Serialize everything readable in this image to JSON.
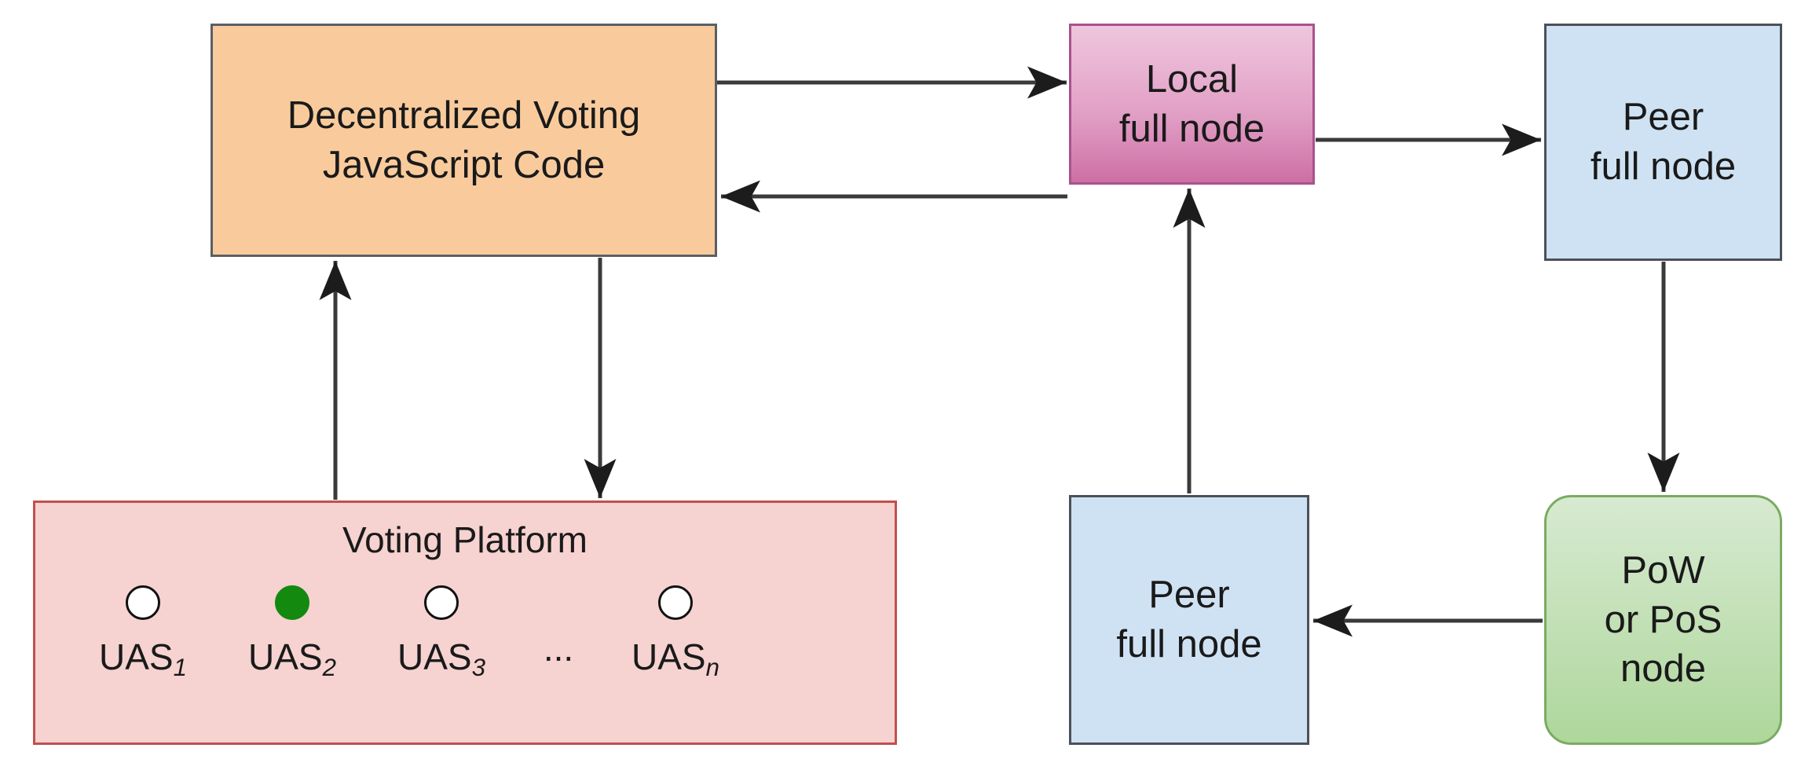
{
  "diagram": {
    "title": "Decentralized voting platform and blockchain node architecture",
    "background_color": "#ffffff",
    "arrow_color": "#333333"
  },
  "nodes": {
    "voting_code": {
      "label": "Decentralized Voting\nJavaScript Code",
      "fill": "#f9cb9c",
      "stroke": "#5a5f66"
    },
    "local_full_node": {
      "label": "Local\nfull node",
      "fill_top": "#edc6dd",
      "fill_bottom": "#cd6fa4",
      "stroke": "#a9528b"
    },
    "peer_full_node_top": {
      "label": "Peer\nfull node",
      "fill": "#cfe2f3",
      "stroke": "#4b5059"
    },
    "peer_full_node_bottom": {
      "label": "Peer\nfull node",
      "fill": "#cfe2f3",
      "stroke": "#4b5059"
    },
    "consensus_node": {
      "label": "PoW\nor PoS\nnode",
      "fill_top": "#d7ead0",
      "fill_bottom": "#aed79b",
      "stroke": "#7aab63"
    },
    "voting_platform": {
      "title": "Voting Platform",
      "fill": "#f6d2d1",
      "stroke": "#c0504d",
      "ellipsis": "...",
      "dot_empty_fill": "#ffffff",
      "dot_filled_fill": "#13890f",
      "users": [
        {
          "base": "UAS",
          "sub": "1",
          "selected": false
        },
        {
          "base": "UAS",
          "sub": "2",
          "selected": true
        },
        {
          "base": "UAS",
          "sub": "3",
          "selected": false
        },
        {
          "base": "UAS",
          "sub": "n",
          "selected": false
        }
      ]
    }
  },
  "edges": [
    {
      "name": "code-to-local-node",
      "from": "voting_code",
      "to": "local_full_node",
      "direction": "right"
    },
    {
      "name": "local-node-to-code",
      "from": "local_full_node",
      "to": "voting_code",
      "direction": "left"
    },
    {
      "name": "local-node-to-peer-top",
      "from": "local_full_node",
      "to": "peer_full_node_top",
      "direction": "right"
    },
    {
      "name": "peer-top-to-consensus",
      "from": "peer_full_node_top",
      "to": "consensus_node",
      "direction": "down"
    },
    {
      "name": "consensus-to-peer-bottom",
      "from": "consensus_node",
      "to": "peer_full_node_bottom",
      "direction": "left"
    },
    {
      "name": "peer-bottom-to-local-node",
      "from": "peer_full_node_bottom",
      "to": "local_full_node",
      "direction": "up"
    },
    {
      "name": "platform-to-code",
      "from": "voting_platform",
      "to": "voting_code",
      "direction": "up"
    },
    {
      "name": "code-to-platform",
      "from": "voting_code",
      "to": "voting_platform",
      "direction": "down"
    }
  ]
}
